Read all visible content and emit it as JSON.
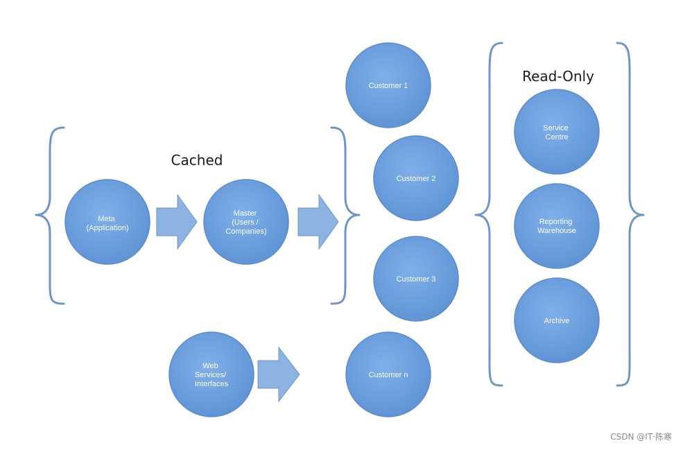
{
  "groups": {
    "cached": "Cached",
    "read_only": "Read-Only"
  },
  "nodes": {
    "meta": [
      "Meta",
      "(Application)"
    ],
    "master": [
      "Master",
      "(Users /",
      "Companies)"
    ],
    "customer_1": [
      "Customer 1"
    ],
    "customer_2": [
      "Customer 2"
    ],
    "customer_3": [
      "Customer 3"
    ],
    "customer_n": [
      "Customer n"
    ],
    "web_services": [
      "Web",
      "Services/",
      "Interfaces"
    ],
    "service_centre": [
      "Service",
      "Centre"
    ],
    "reporting_warehouse": [
      "Reporting",
      "Warehouse"
    ],
    "archive": [
      "Archive"
    ]
  },
  "watermark": "CSDN @IT·陈寒",
  "colors": {
    "node_fill": "#6fa0dc",
    "node_stroke": "#5b8bc9",
    "node_text": "#ffffff",
    "brace": "#6f95c5",
    "arrow_fill": "#8db3e2"
  }
}
